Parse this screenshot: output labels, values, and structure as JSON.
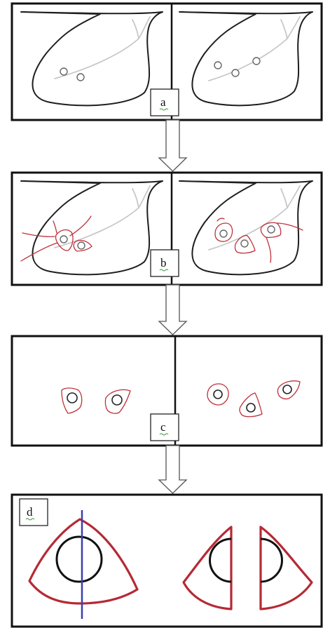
{
  "labels": {
    "a": "a",
    "b": "b",
    "c": "c",
    "d": "d"
  },
  "colors": {
    "outline": "#1e1e1e",
    "inner_outline": "#c8c8c8",
    "cut_lines": "#c0303a",
    "part_outline": "#b52a35",
    "bore": "#111111",
    "split_line": "#3b3fb0"
  }
}
